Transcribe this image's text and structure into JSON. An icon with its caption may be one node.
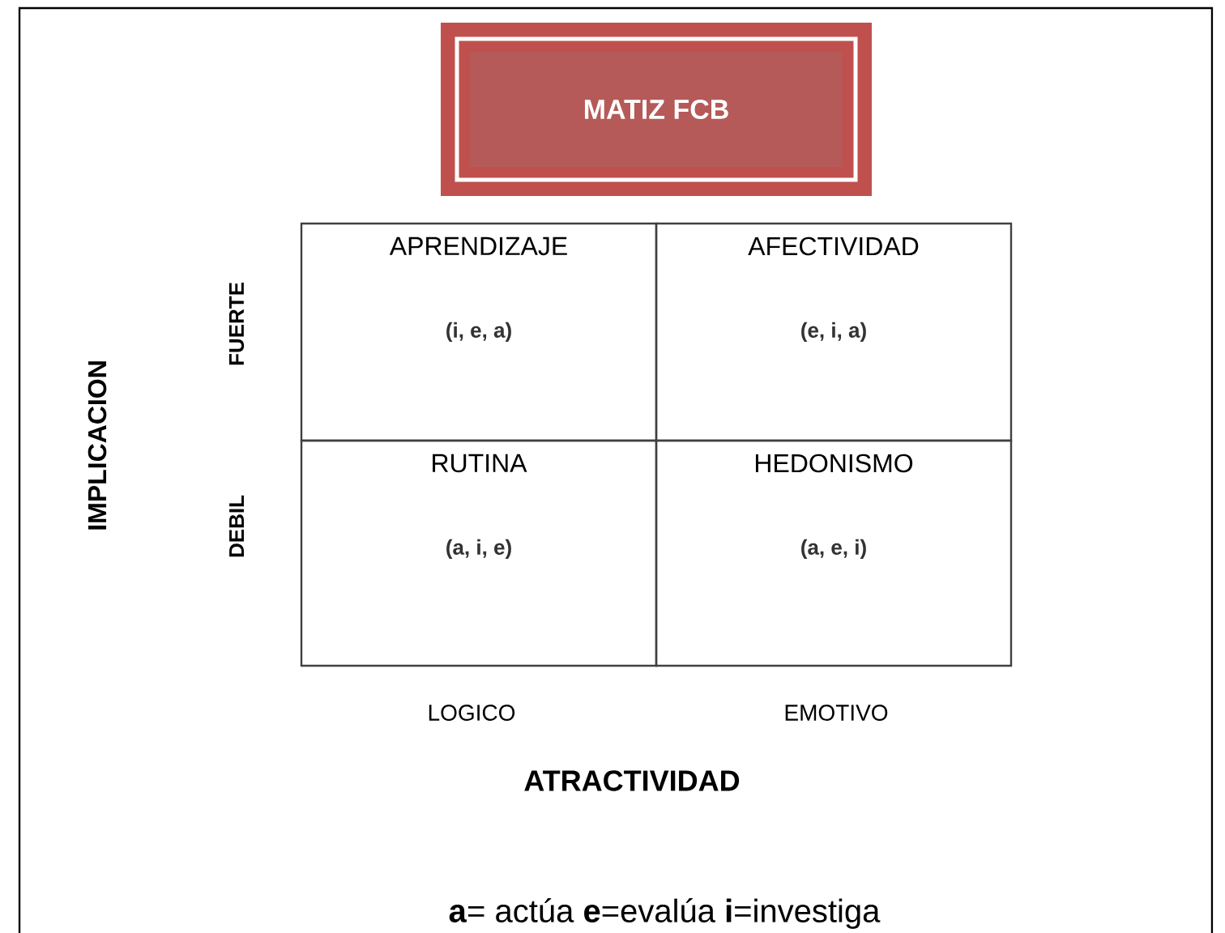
{
  "diagram": {
    "nodes": [
      {
        "text": [
          "MATIZ FCB"
        ]
      },
      {
        "text": [
          "APRENDIZAJE",
          "(i, e, a)"
        ]
      },
      {
        "text": [
          "AFECTIVIDAD",
          "(e, i, a)"
        ]
      },
      {
        "text": [
          "RUTINA",
          "(a, i, e)"
        ]
      },
      {
        "text": [
          "HEDONISMO",
          "(a, e, i)"
        ]
      }
    ],
    "labels": [
      "IMPLICACION",
      "FUERTE",
      "DEBIL",
      "LOGICO",
      "EMOTIVO",
      "ATRACTIVIDAD",
      "**a**= actúa   **e**=evalúa   **i**=investiga"
    ]
  }
}
